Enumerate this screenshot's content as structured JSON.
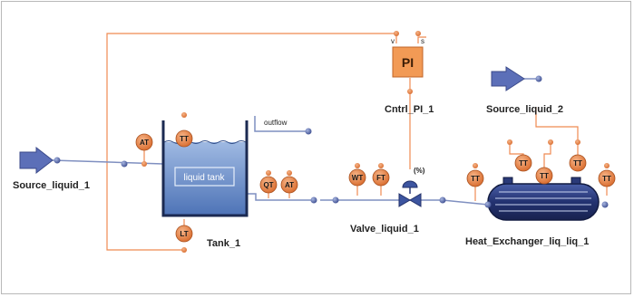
{
  "labels": {
    "source1": "Source_liquid_1",
    "tank": "Tank_1",
    "tank_inner": "liquid tank",
    "outflow": "outflow",
    "controller": "Cntrl_PI_1",
    "controller_box": "PI",
    "controller_port_v": "v",
    "controller_port_s": "s",
    "valve": "Valve_liquid_1",
    "valve_pct": "(%)",
    "source2": "Source_liquid_2",
    "hx": "Heat_Exchanger_liq_liq_1"
  },
  "sensors": {
    "at_left": "AT",
    "tt_tank": "TT",
    "lt_tank": "LT",
    "qt_tank": "QT",
    "at_tank": "AT",
    "wt_valve": "WT",
    "ft_valve": "FT",
    "tt_hx_in": "TT",
    "tt_hx_1": "TT",
    "tt_hx_2": "TT",
    "tt_hx_3": "TT",
    "tt_hx_out": "TT"
  },
  "colors": {
    "pipe": "#5b6fa8",
    "signal": "#e87a3c",
    "sensor_fill": "#e8874a",
    "controller_fill": "#f29a55",
    "tank_fill": "#6b8fc9",
    "hx_fill": "#2a3a78"
  }
}
